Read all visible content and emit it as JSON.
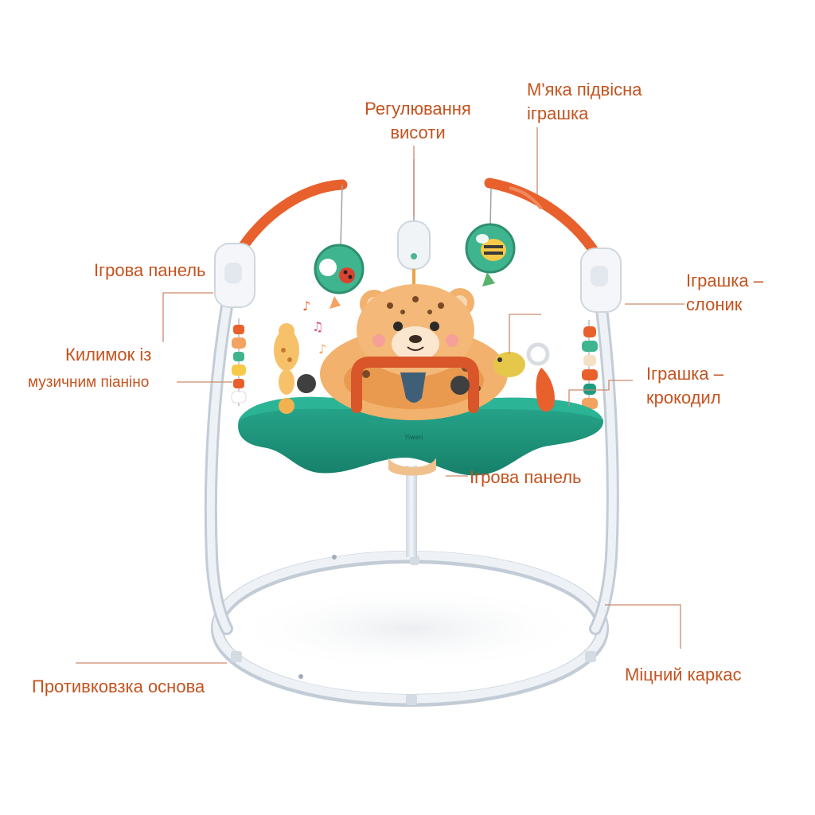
{
  "callouts": {
    "height_adjust": {
      "line1": "Регулювання",
      "line2": "висоти"
    },
    "soft_toy": {
      "line1": "М'яка підвісна",
      "line2": "іграшка"
    },
    "play_panel_left": {
      "text": "Ігрова панель"
    },
    "elephant_toy": {
      "line1": "Іграшка –",
      "line2": "слоник"
    },
    "piano_mat": {
      "line1": "Килимок із",
      "line2": "музичним піаніно"
    },
    "crocodile_toy": {
      "line1": "Іграшка –",
      "line2": "крокодил"
    },
    "play_panel_bottom": {
      "text": "Ігрова панель"
    },
    "anti_slip_base": {
      "text": "Противковзка основа"
    },
    "sturdy_frame": {
      "text": "Міцний каркас"
    }
  },
  "product": {
    "brand_mark": "Yiwen"
  },
  "colors": {
    "label": "#c4531f",
    "leader_line": "#c98a6c",
    "frame": "#e6ecf2",
    "tray": "#1f9a80",
    "arch": "#e8602c",
    "leopard": "#f2b16c"
  }
}
